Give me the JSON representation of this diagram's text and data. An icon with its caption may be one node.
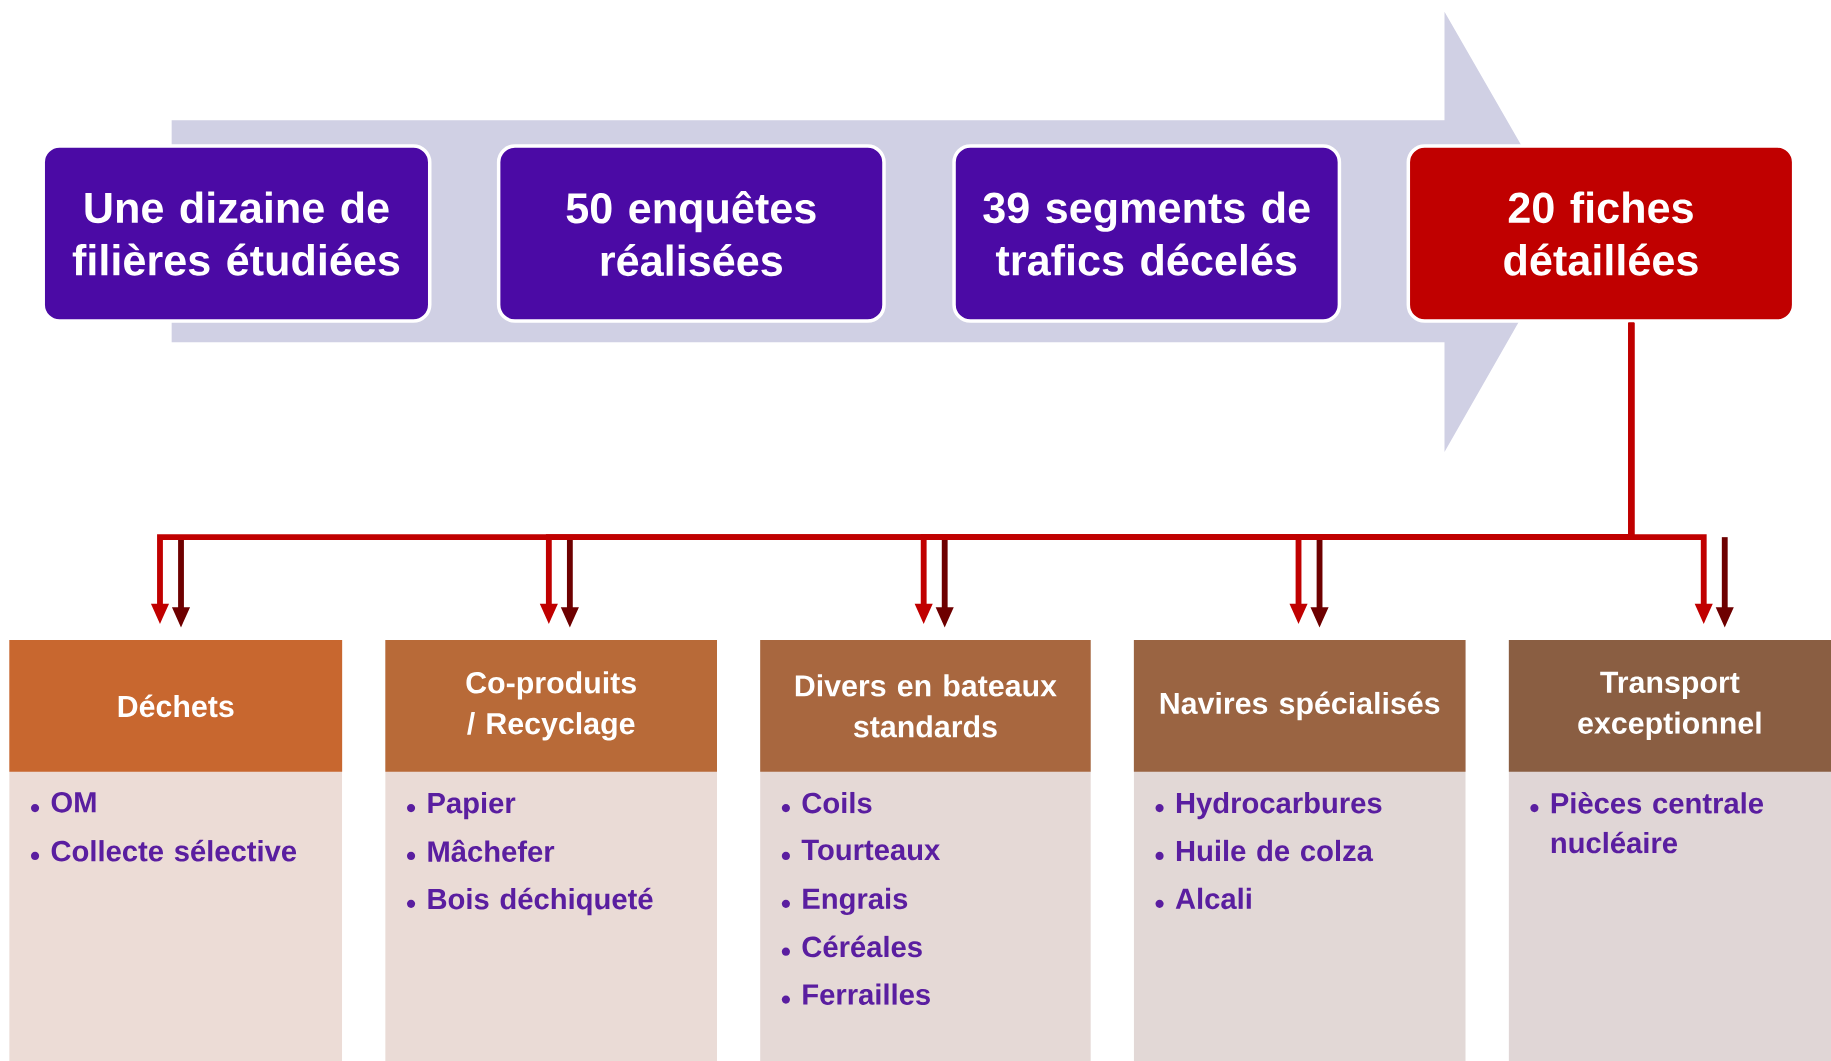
{
  "diagram": {
    "nodes": [
      {
        "text": [
          "Une dizaine de filières étudiées"
        ]
      },
      {
        "text": [
          "50 enquêtes réalisées"
        ]
      },
      {
        "text": [
          "39 segments de trafics décelés"
        ]
      },
      {
        "text": [
          "20 fiches détaillées"
        ]
      },
      {
        "text": [
          "Déchets",
          "OM",
          "Collecte sélective"
        ]
      },
      {
        "text": [
          "Co-produits / Recyclage",
          "Papier",
          "Mâchefer",
          "Bois déchiqueté"
        ]
      },
      {
        "text": [
          "Divers en bateaux standards",
          "Coils",
          "Tourteaux",
          "Engrais",
          "Céréales",
          "Ferrailles"
        ]
      },
      {
        "text": [
          "Navires spécialisés",
          "Hydrocarbures",
          "Huile de colza",
          "Alcali"
        ]
      },
      {
        "text": [
          "Transport exceptionnel",
          "Pièces centrale nucléaire"
        ]
      }
    ],
    "edges": [
      {
        "from": 3,
        "to": 4,
        "arrow": "to"
      },
      {
        "from": 3,
        "to": 5,
        "arrow": "to"
      },
      {
        "from": 3,
        "to": 6,
        "arrow": "to"
      },
      {
        "from": 3,
        "to": 7,
        "arrow": "to"
      },
      {
        "from": 3,
        "to": 8,
        "arrow": "to"
      }
    ]
  }
}
